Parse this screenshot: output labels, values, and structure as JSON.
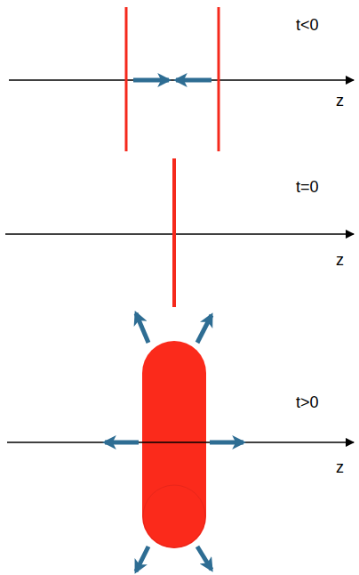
{
  "diagram": {
    "labels": [
      "t<0",
      "z",
      "t=0",
      "z",
      "t>0",
      "z"
    ]
  }
}
